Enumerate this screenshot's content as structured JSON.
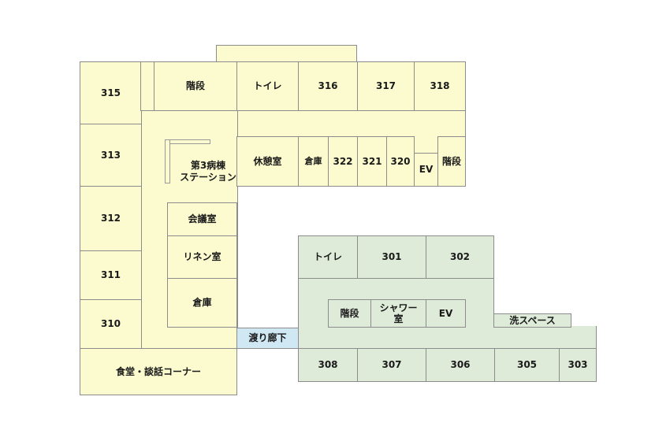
{
  "colors": {
    "west_wing": "#fbfbcf",
    "east_wing": "#dfebd9",
    "corridor": "#cfe8f4"
  },
  "rooms": {
    "r315": "315",
    "stairs_north": "階段",
    "toilet_north": "トイレ",
    "r316": "316",
    "r317": "317",
    "r318": "318",
    "r313": "313",
    "station_line1": "第3病棟",
    "station_line2": "ステーション",
    "lounge": "休憩室",
    "storage_north": "倉庫",
    "r322": "322",
    "r321": "321",
    "r320": "320",
    "ev_north": "EV",
    "stairs_east": "階段",
    "r312": "312",
    "meeting": "会議室",
    "linen": "リネン室",
    "r311": "311",
    "storage_west": "倉庫",
    "r310": "310",
    "dining": "食堂・談話コーナー",
    "bridge": "渡り廊下",
    "toilet_south": "トイレ",
    "r301": "301",
    "r302": "302",
    "stairs_south": "階段",
    "shower_line1": "シャワー",
    "shower_line2": "室",
    "ev_south": "EV",
    "wash": "洗スペース",
    "r308": "308",
    "r307": "307",
    "r306": "306",
    "r305": "305",
    "r303": "303"
  }
}
